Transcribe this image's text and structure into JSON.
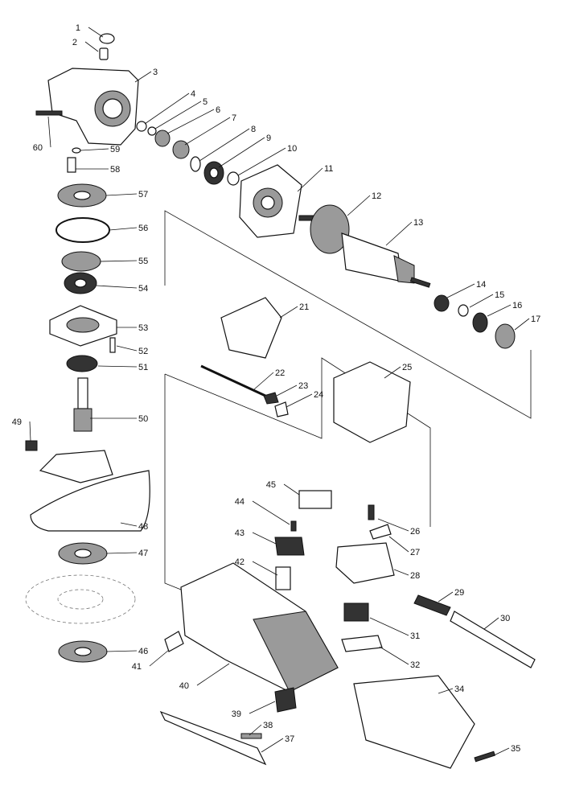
{
  "diagram": {
    "part_numbers": [
      "1",
      "2",
      "3",
      "4",
      "5",
      "6",
      "7",
      "8",
      "9",
      "10",
      "11",
      "12",
      "13",
      "14",
      "15",
      "16",
      "17",
      "21",
      "22",
      "23",
      "24",
      "25",
      "26",
      "27",
      "28",
      "29",
      "30",
      "31",
      "32",
      "34",
      "35",
      "37",
      "38",
      "39",
      "40",
      "41",
      "42",
      "43",
      "44",
      "45",
      "46",
      "47",
      "48",
      "49",
      "50",
      "51",
      "52",
      "53",
      "54",
      "55",
      "56",
      "57",
      "58",
      "59",
      "60"
    ]
  }
}
